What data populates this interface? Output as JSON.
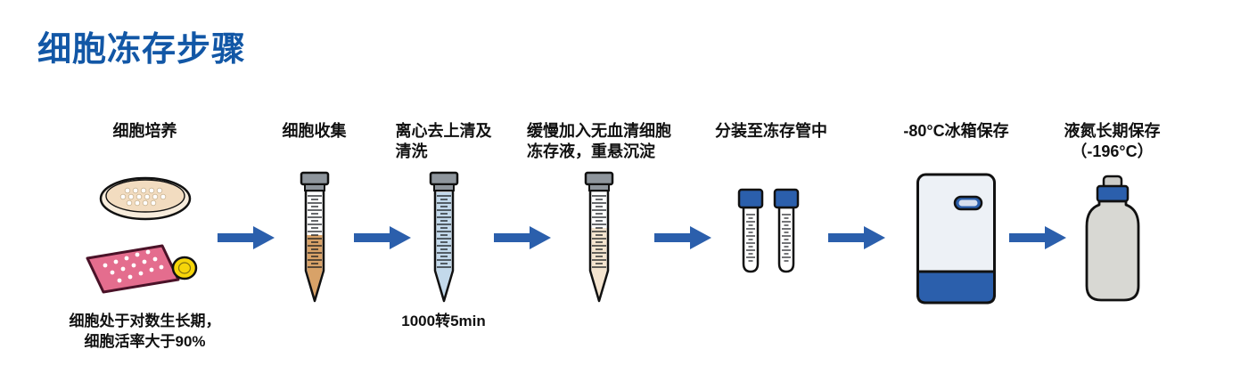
{
  "title": "细胞冻存步骤",
  "colors": {
    "title_blue": "#1257a6",
    "accent_blue": "#2b5fac",
    "text_dark": "#111111",
    "outline_dark": "#151515",
    "petri_rim": "#f7ecdc",
    "petri_tan": "#f2dcc0",
    "flask_pink": "#e46d8e",
    "flask_outline": "#4a1228",
    "cap_yellow": "#f6d60a",
    "cap_gray": "#8e959c",
    "liquid_tan": "#d8a268",
    "liquid_blue": "#c3d9eb",
    "liquid_cream": "#f4e4cf",
    "freezer_body": "#edf1f6",
    "handle_inner": "#d7dfee",
    "dewar_gray": "#d8d8d3",
    "knob_gray": "#ccccc8"
  },
  "steps": [
    {
      "id": "cell-culture",
      "icon": "petri-dish-flask-icon",
      "label": "细胞培养",
      "note": "细胞处于对数生长期，\n细胞活率大于90%"
    },
    {
      "id": "cell-collection",
      "icon": "conical-tube-cells-icon",
      "label": "细胞收集"
    },
    {
      "id": "centrifuge-wash",
      "icon": "conical-tube-wash-icon",
      "label": "离心去上清及\n清洗",
      "note": "1000转5min"
    },
    {
      "id": "add-cryomedium",
      "icon": "conical-tube-resuspend-icon",
      "label": "缓慢加入无血清细胞\n冻存液，重悬沉淀"
    },
    {
      "id": "aliquot-cryovials",
      "icon": "cryovials-icon",
      "label": "分装至冻存管中"
    },
    {
      "id": "freezer-storage",
      "icon": "freezer-icon",
      "label": "-80°C冰箱保存"
    },
    {
      "id": "liquid-nitrogen-storage",
      "icon": "liquid-nitrogen-dewar-icon",
      "label": "液氮长期保存\n（-196°C）"
    }
  ],
  "arrow": {
    "icon": "flow-arrow-icon",
    "direction": "right",
    "count": 6
  }
}
